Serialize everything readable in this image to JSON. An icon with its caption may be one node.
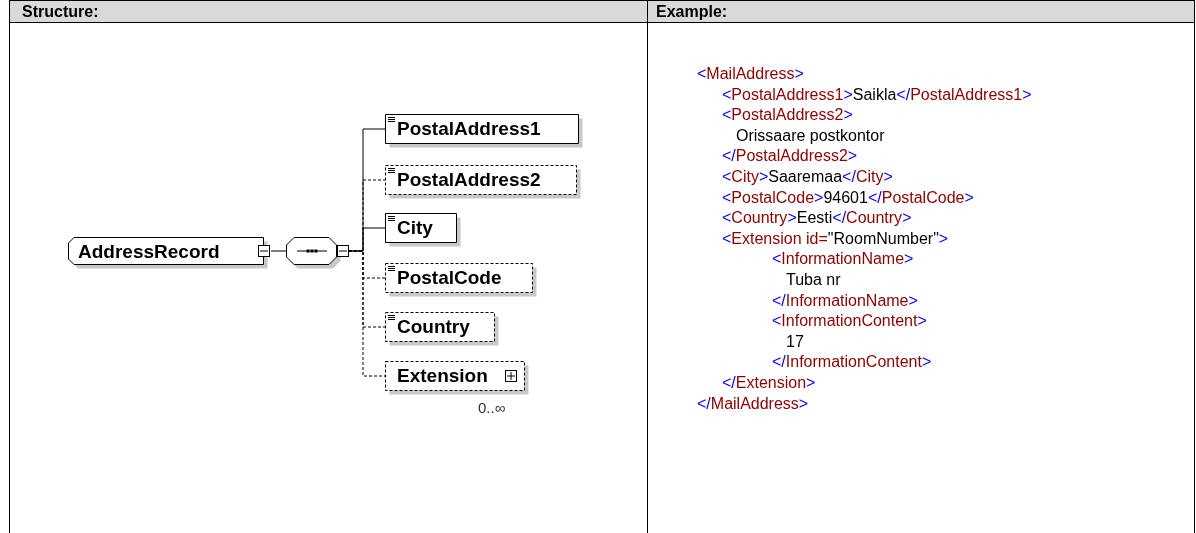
{
  "diagram": {
    "nodes": [
      {
        "text": [
          "AddressRecord"
        ]
      },
      {
        "text": [],
        "shape": "hexagon"
      },
      {
        "text": [
          "PostalAddress1"
        ]
      },
      {
        "text": [
          "PostalAddress2"
        ]
      },
      {
        "text": [
          "City"
        ]
      },
      {
        "text": [
          "PostalCode"
        ]
      },
      {
        "text": [
          "Country"
        ]
      },
      {
        "text": [
          "Extension"
        ],
        "beside": [
          "0..∞"
        ]
      }
    ],
    "edges": [
      {
        "from": 0,
        "to": 1,
        "arrow": "none"
      },
      {
        "from": 1,
        "to": 2,
        "arrow": "none"
      },
      {
        "from": 1,
        "to": 3,
        "arrow": "none",
        "style": "dashed"
      },
      {
        "from": 1,
        "to": 4,
        "arrow": "none"
      },
      {
        "from": 1,
        "to": 5,
        "arrow": "none",
        "style": "dashed"
      },
      {
        "from": 1,
        "to": 6,
        "arrow": "none",
        "style": "dashed"
      },
      {
        "from": 1,
        "to": 7,
        "arrow": "none",
        "style": "dashed"
      }
    ],
    "labels": [
      "Structure:",
      "Example:",
      "<MailAddress>",
      "<PostalAddress1>Saikla</PostalAddress1>",
      "<PostalAddress2>",
      "Orissaare postkontor",
      "</PostalAddress2>",
      "<City>Saaremaa</City>",
      "<PostalCode>94601</PostalCode>",
      "<Country>Eesti</Country>",
      "<Extension id=\"RoomNumber\">",
      "<InformationName>",
      "Tuba nr",
      "</InformationName>",
      "<InformationContent>",
      "17",
      "</InformationContent>",
      "</Extension>",
      "</MailAddress>"
    ]
  }
}
